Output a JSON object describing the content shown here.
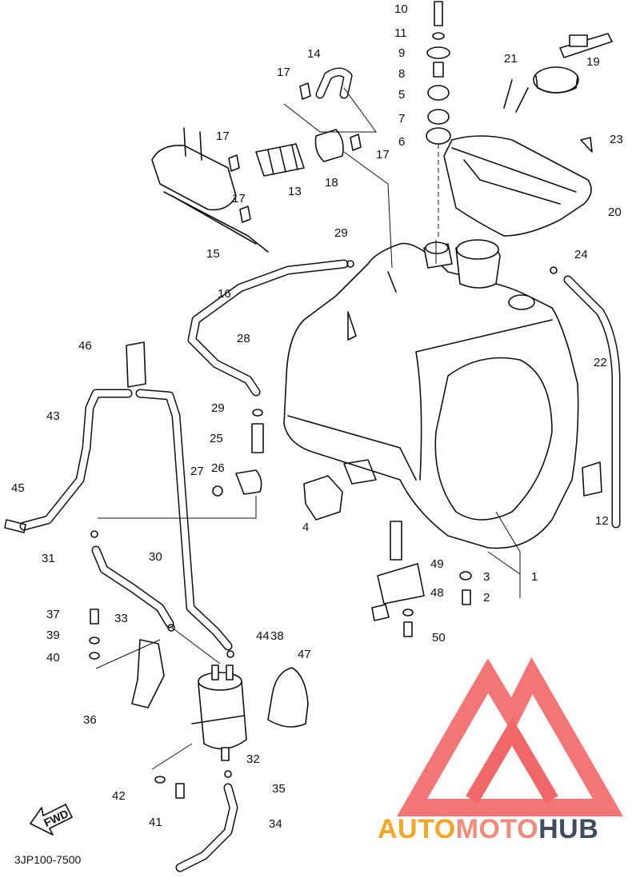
{
  "diagram_code": "3JP100-7500",
  "fwd_label": "FWD",
  "watermark": {
    "part1": "AUTO",
    "part2": "MOTO",
    "part3": "HUB",
    "color1": "#f5a623",
    "color2": "#f58a7a",
    "color3": "#3f4d5c",
    "logo_color": "#ef4c4c"
  },
  "callouts": [
    "1",
    "2",
    "3",
    "4",
    "5",
    "6",
    "7",
    "8",
    "9",
    "10",
    "11",
    "12",
    "13",
    "14",
    "15",
    "16",
    "17",
    "17",
    "17",
    "17",
    "18",
    "19",
    "20",
    "21",
    "22",
    "23",
    "24",
    "25",
    "26",
    "27",
    "28",
    "29",
    "29",
    "30",
    "31",
    "32",
    "33",
    "34",
    "35",
    "36",
    "37",
    "38",
    "39",
    "40",
    "41",
    "42",
    "43",
    "44",
    "45",
    "46",
    "47",
    "48",
    "49",
    "50"
  ]
}
